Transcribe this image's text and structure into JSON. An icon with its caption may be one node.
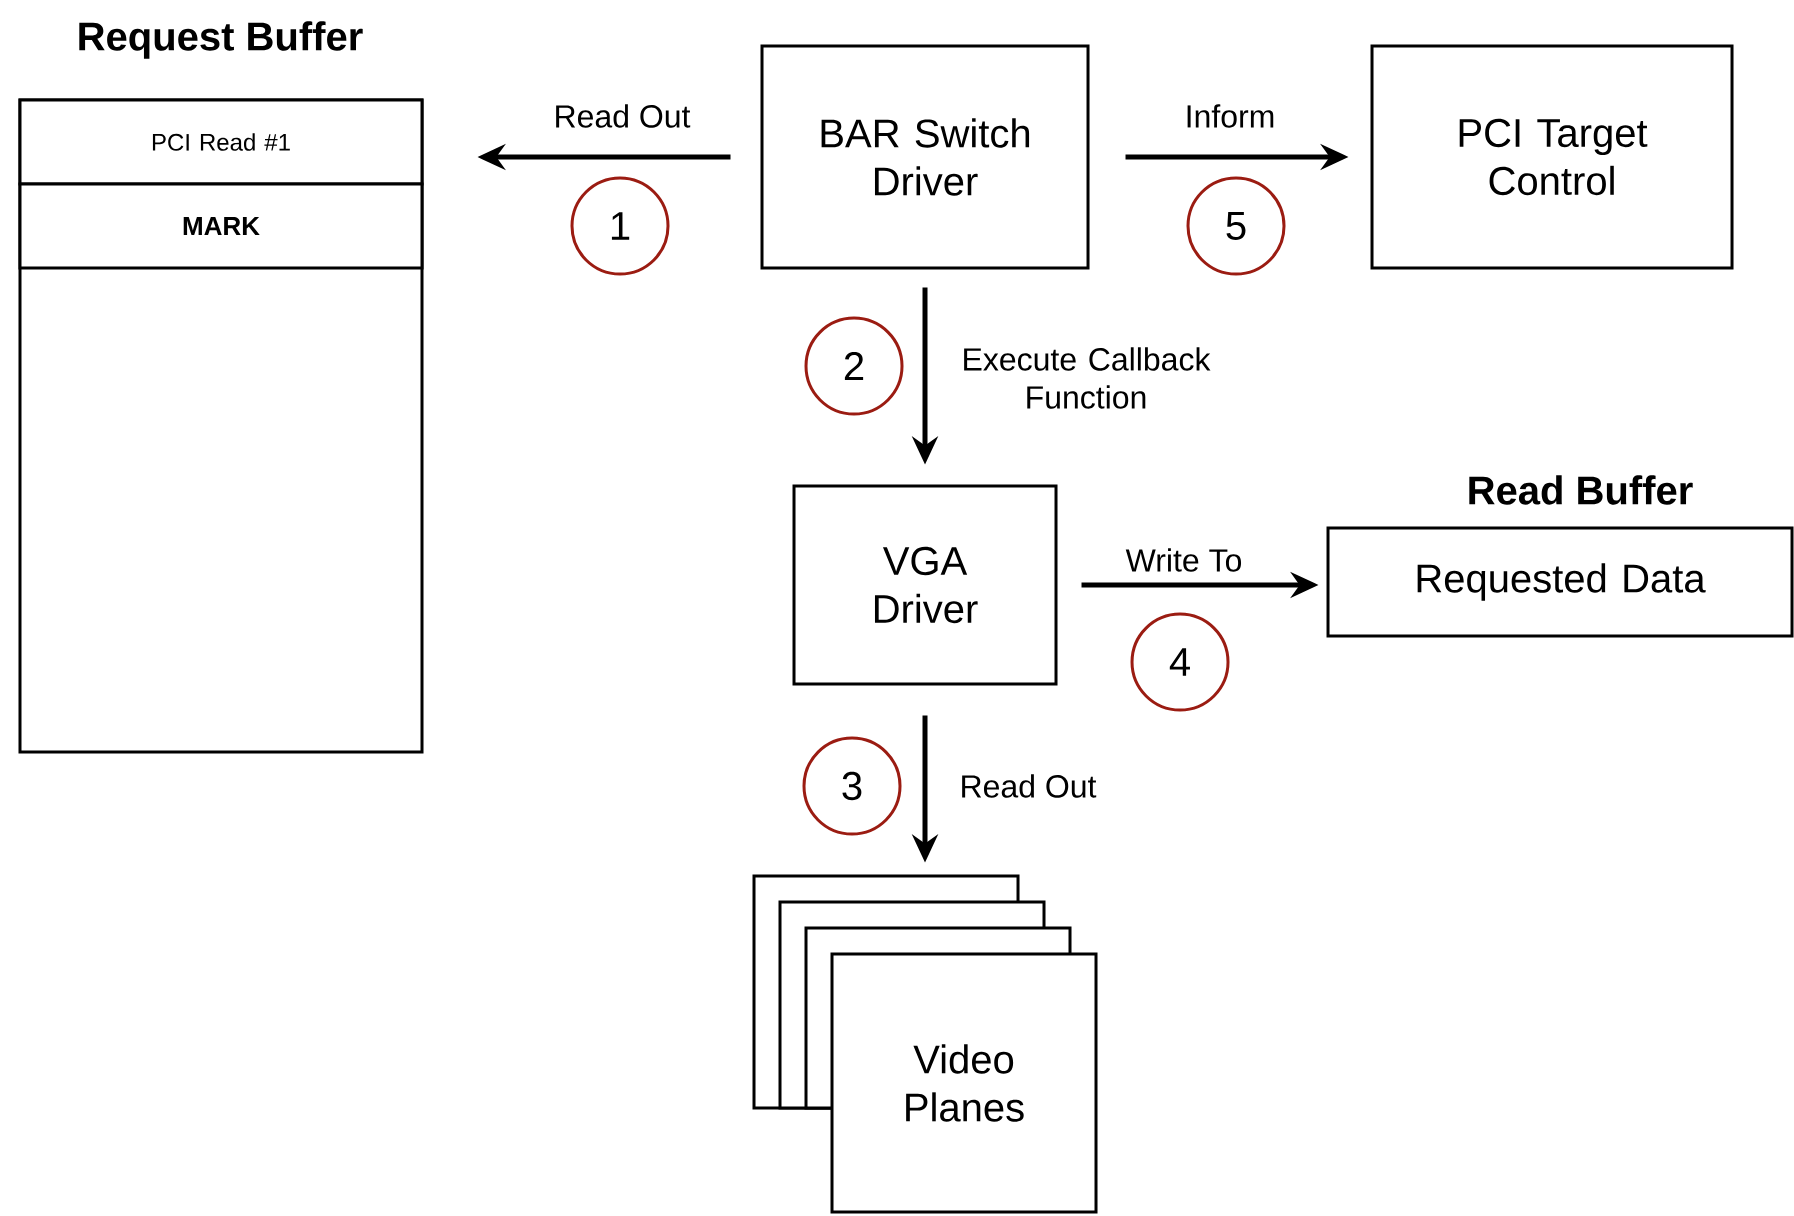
{
  "diagram": {
    "nodes": [
      {
        "text": [
          "Request Buffer"
        ]
      },
      {
        "text": [
          "PCI Read #1"
        ],
        "in": 0
      },
      {
        "text": [
          "MARK"
        ],
        "in": 0
      },
      {
        "text": [
          "BAR Switch Driver"
        ]
      },
      {
        "text": [
          "PCI Target Control"
        ]
      },
      {
        "text": [
          "VGA Driver"
        ]
      },
      {
        "text": [
          "Read Buffer",
          "Requested Data"
        ]
      },
      {
        "text": [
          "Video Planes"
        ]
      }
    ],
    "edges": [
      {
        "from": 3,
        "to": 0,
        "arrow": "to",
        "label": "Read Out"
      },
      {
        "from": 3,
        "to": 4,
        "arrow": "to",
        "label": "Inform"
      },
      {
        "from": 3,
        "to": 5,
        "arrow": "to",
        "label": "Execute Callback Function"
      },
      {
        "from": 5,
        "to": 6,
        "arrow": "to",
        "label": "Write To"
      },
      {
        "from": 5,
        "to": 7,
        "arrow": "to",
        "label": "Read Out"
      }
    ],
    "labels": [
      "1",
      "5",
      "2",
      "4",
      "3"
    ]
  }
}
